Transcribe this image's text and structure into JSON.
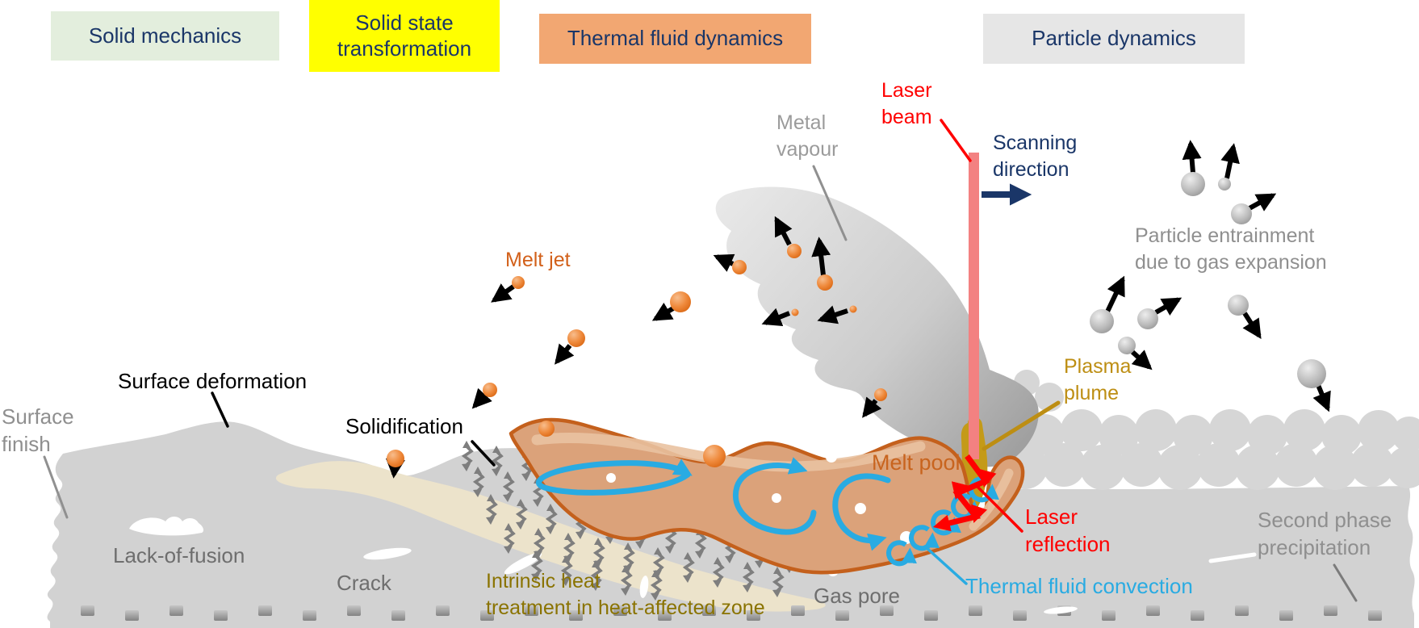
{
  "header": {
    "text_color": "#1a3668",
    "boxes": [
      {
        "label": "Solid mechanics",
        "bg": "#e3eedd"
      },
      {
        "label": "Solid state\ntransformation",
        "bg": "#ffff00"
      },
      {
        "label": "Thermal fluid dynamics",
        "bg": "#f2a772"
      },
      {
        "label": "Particle dynamics",
        "bg": "#e6e6e6"
      }
    ]
  },
  "labels": {
    "laser_beam": "Laser\nbeam",
    "scanning_direction": "Scanning\ndirection",
    "metal_vapour": "Metal\nvapour",
    "melt_jet": "Melt jet",
    "particle_entrainment": "Particle entrainment\ndue to gas expansion",
    "plasma_plume": "Plasma\nplume",
    "melt_pool": "Melt pool",
    "laser_reflection": "Laser\nreflection",
    "thermal_fluid_convection": "Thermal fluid convection",
    "gas_pore": "Gas pore",
    "second_phase_precipitation": "Second phase\nprecipitation",
    "intrinsic_heat_treatment": "Intrinsic heat\ntreatment in heat-affected zone",
    "crack": "Crack",
    "lack_of_fusion": "Lack-of-fusion",
    "surface_finish": "Surface\nfinish",
    "surface_deformation": "Surface deformation",
    "solidification": "Solidification"
  },
  "colors": {
    "header_text": "#1a3668",
    "laser_red": "#ff0000",
    "laser_beam_pink": "#f38181",
    "scanning_navy": "#1a3668",
    "melt_jet_orange": "#d2601a",
    "melt_pool_fill": "#dba27a",
    "melt_pool_border": "#c4601c",
    "plasma_mustard": "#bd8e13",
    "convection_blue": "#29abe2",
    "vapour_gray": "#bcbcbc",
    "substrate_gray": "#d2d2d2",
    "powder_gray": "#d6d6d6",
    "haz_beige": "#ece3cb",
    "heat_arrow_gray": "#7e7e7e",
    "label_gray": "#8f8f8f",
    "dark_label_gray": "#6e6e6e",
    "olive_text": "#8a7300"
  }
}
